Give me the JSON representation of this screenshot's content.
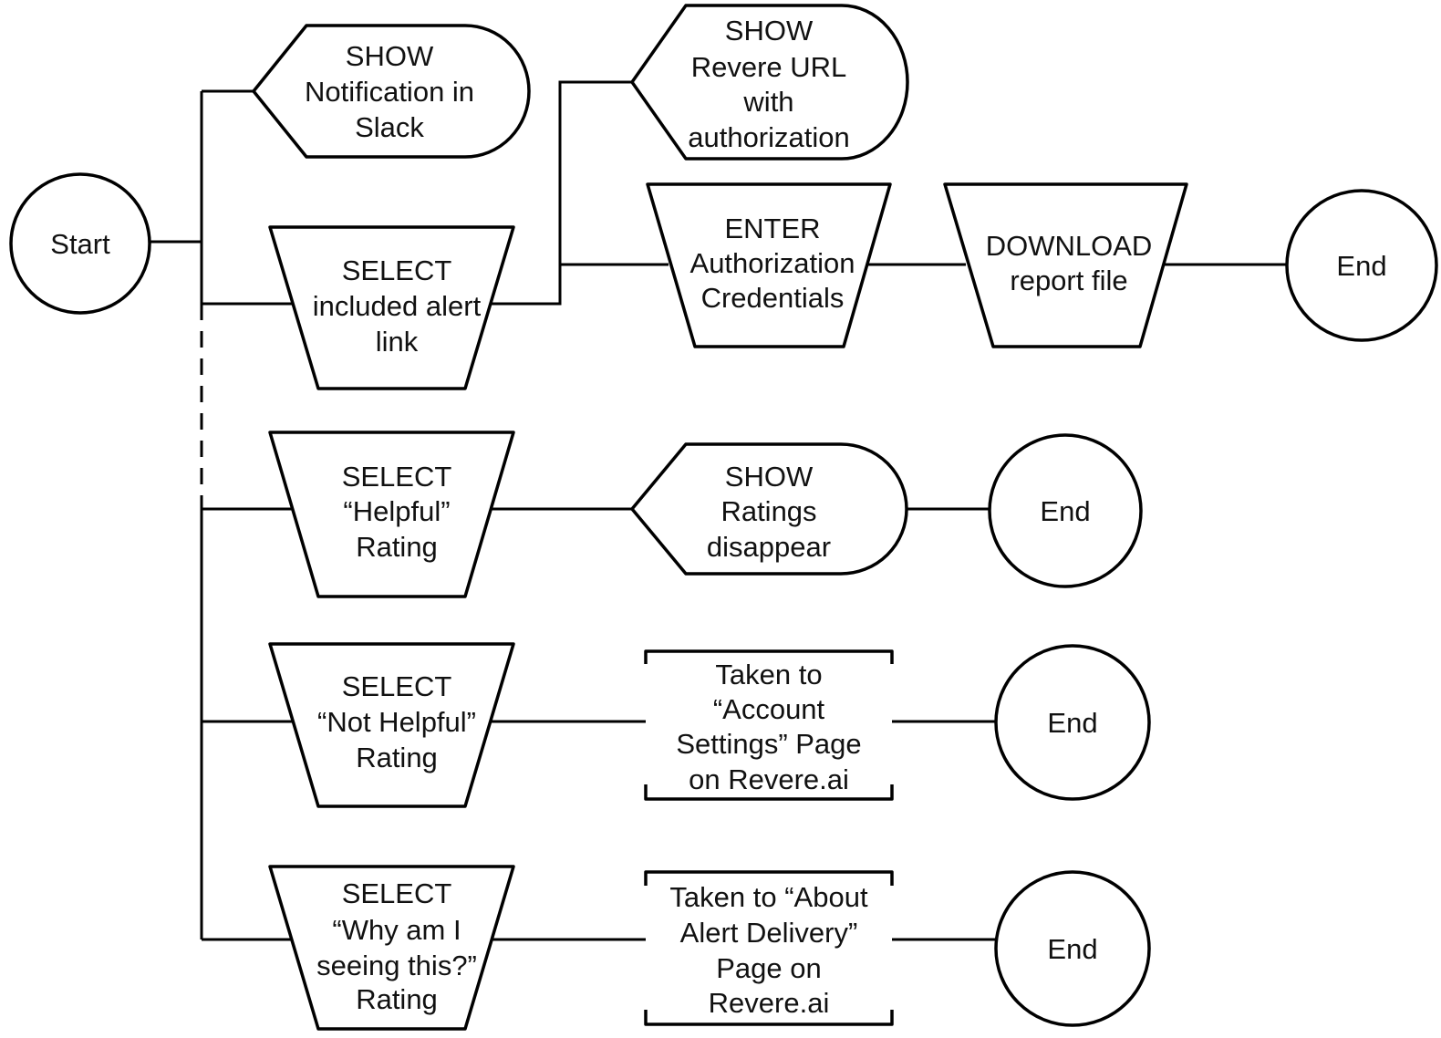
{
  "diagram": {
    "start": "Start",
    "show_notification": [
      "SHOW",
      "Notification in",
      "Slack"
    ],
    "select_alert_link": [
      "SELECT",
      "included alert",
      "link"
    ],
    "show_revere_url": [
      "SHOW",
      "Revere URL",
      "with",
      "authorization"
    ],
    "enter_credentials": [
      "ENTER",
      "Authorization",
      "Credentials"
    ],
    "download_report": [
      "DOWNLOAD",
      "report file"
    ],
    "end_download": "End",
    "select_helpful": [
      "SELECT",
      "“Helpful”",
      "Rating"
    ],
    "show_ratings_disappear": [
      "SHOW",
      "Ratings",
      "disappear"
    ],
    "end_helpful": "End",
    "select_not_helpful": [
      "SELECT",
      "“Not Helpful”",
      "Rating"
    ],
    "account_settings_page": [
      "Taken to",
      "“Account",
      "Settings” Page",
      "on Revere.ai"
    ],
    "end_not_helpful": "End",
    "select_why": [
      "SELECT",
      "“Why am I",
      "seeing this?”",
      "Rating"
    ],
    "alert_delivery_page": [
      "Taken to “About",
      "Alert Delivery”",
      "Page on",
      "Revere.ai"
    ],
    "end_why": "End"
  }
}
